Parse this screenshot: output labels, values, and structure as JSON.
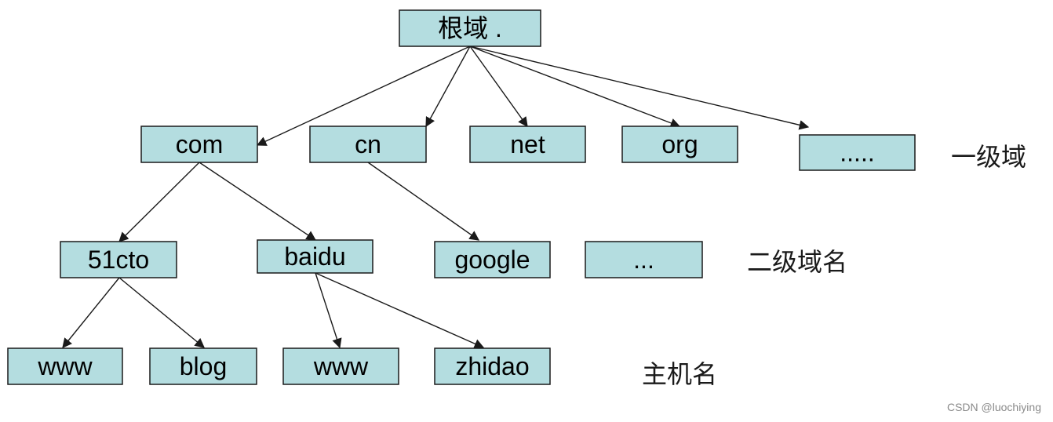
{
  "diagram": {
    "nodes": [
      {
        "id": "root",
        "label": "根域 ."
      },
      {
        "id": "com",
        "label": "com"
      },
      {
        "id": "cn",
        "label": "cn"
      },
      {
        "id": "net",
        "label": "net"
      },
      {
        "id": "org",
        "label": "org"
      },
      {
        "id": "tld_more",
        "label": "....."
      },
      {
        "id": "d_51cto",
        "label": "51cto"
      },
      {
        "id": "baidu",
        "label": "baidu"
      },
      {
        "id": "google",
        "label": "google"
      },
      {
        "id": "sld_more",
        "label": "..."
      },
      {
        "id": "www1",
        "label": "www"
      },
      {
        "id": "blog",
        "label": "blog"
      },
      {
        "id": "www2",
        "label": "www"
      },
      {
        "id": "zhidao",
        "label": "zhidao"
      }
    ],
    "edges": [
      {
        "from": "root",
        "to": "com"
      },
      {
        "from": "root",
        "to": "cn"
      },
      {
        "from": "root",
        "to": "net"
      },
      {
        "from": "root",
        "to": "org"
      },
      {
        "from": "root",
        "to": "tld_more"
      },
      {
        "from": "com",
        "to": "d_51cto"
      },
      {
        "from": "com",
        "to": "baidu"
      },
      {
        "from": "cn",
        "to": "google"
      },
      {
        "from": "d_51cto",
        "to": "www1"
      },
      {
        "from": "d_51cto",
        "to": "blog"
      },
      {
        "from": "baidu",
        "to": "www2"
      },
      {
        "from": "baidu",
        "to": "zhidao"
      }
    ],
    "level_labels": {
      "tld": "一级域",
      "sld": "二级域名",
      "host": "主机名"
    }
  },
  "colors": {
    "node_fill": "#b4dde0",
    "node_stroke": "#1a1a1a",
    "edge": "#1a1a1a"
  },
  "watermark": "CSDN @luochiying"
}
